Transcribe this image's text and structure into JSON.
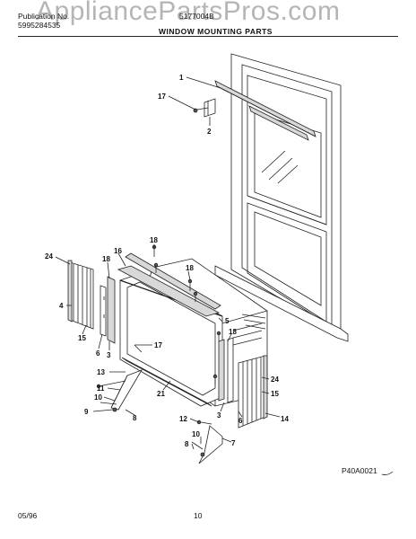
{
  "header": {
    "publication_label": "Publication No.",
    "publication_number": "5995284535",
    "model_number": "5177004B",
    "title": "WINDOW MOUNTING PARTS",
    "watermark": "AppliancePartsPros.com"
  },
  "diagram": {
    "labels": [
      "1",
      "17",
      "2",
      "24",
      "18",
      "16",
      "18",
      "18",
      "4",
      "15",
      "6",
      "3",
      "5",
      "17",
      "13",
      "11",
      "10",
      "9",
      "8",
      "21",
      "18",
      "24",
      "15",
      "6",
      "3",
      "14",
      "12",
      "10",
      "8",
      "7"
    ],
    "figure_code": "P40A0021"
  },
  "footer": {
    "date": "05/96",
    "page_number": "10"
  }
}
